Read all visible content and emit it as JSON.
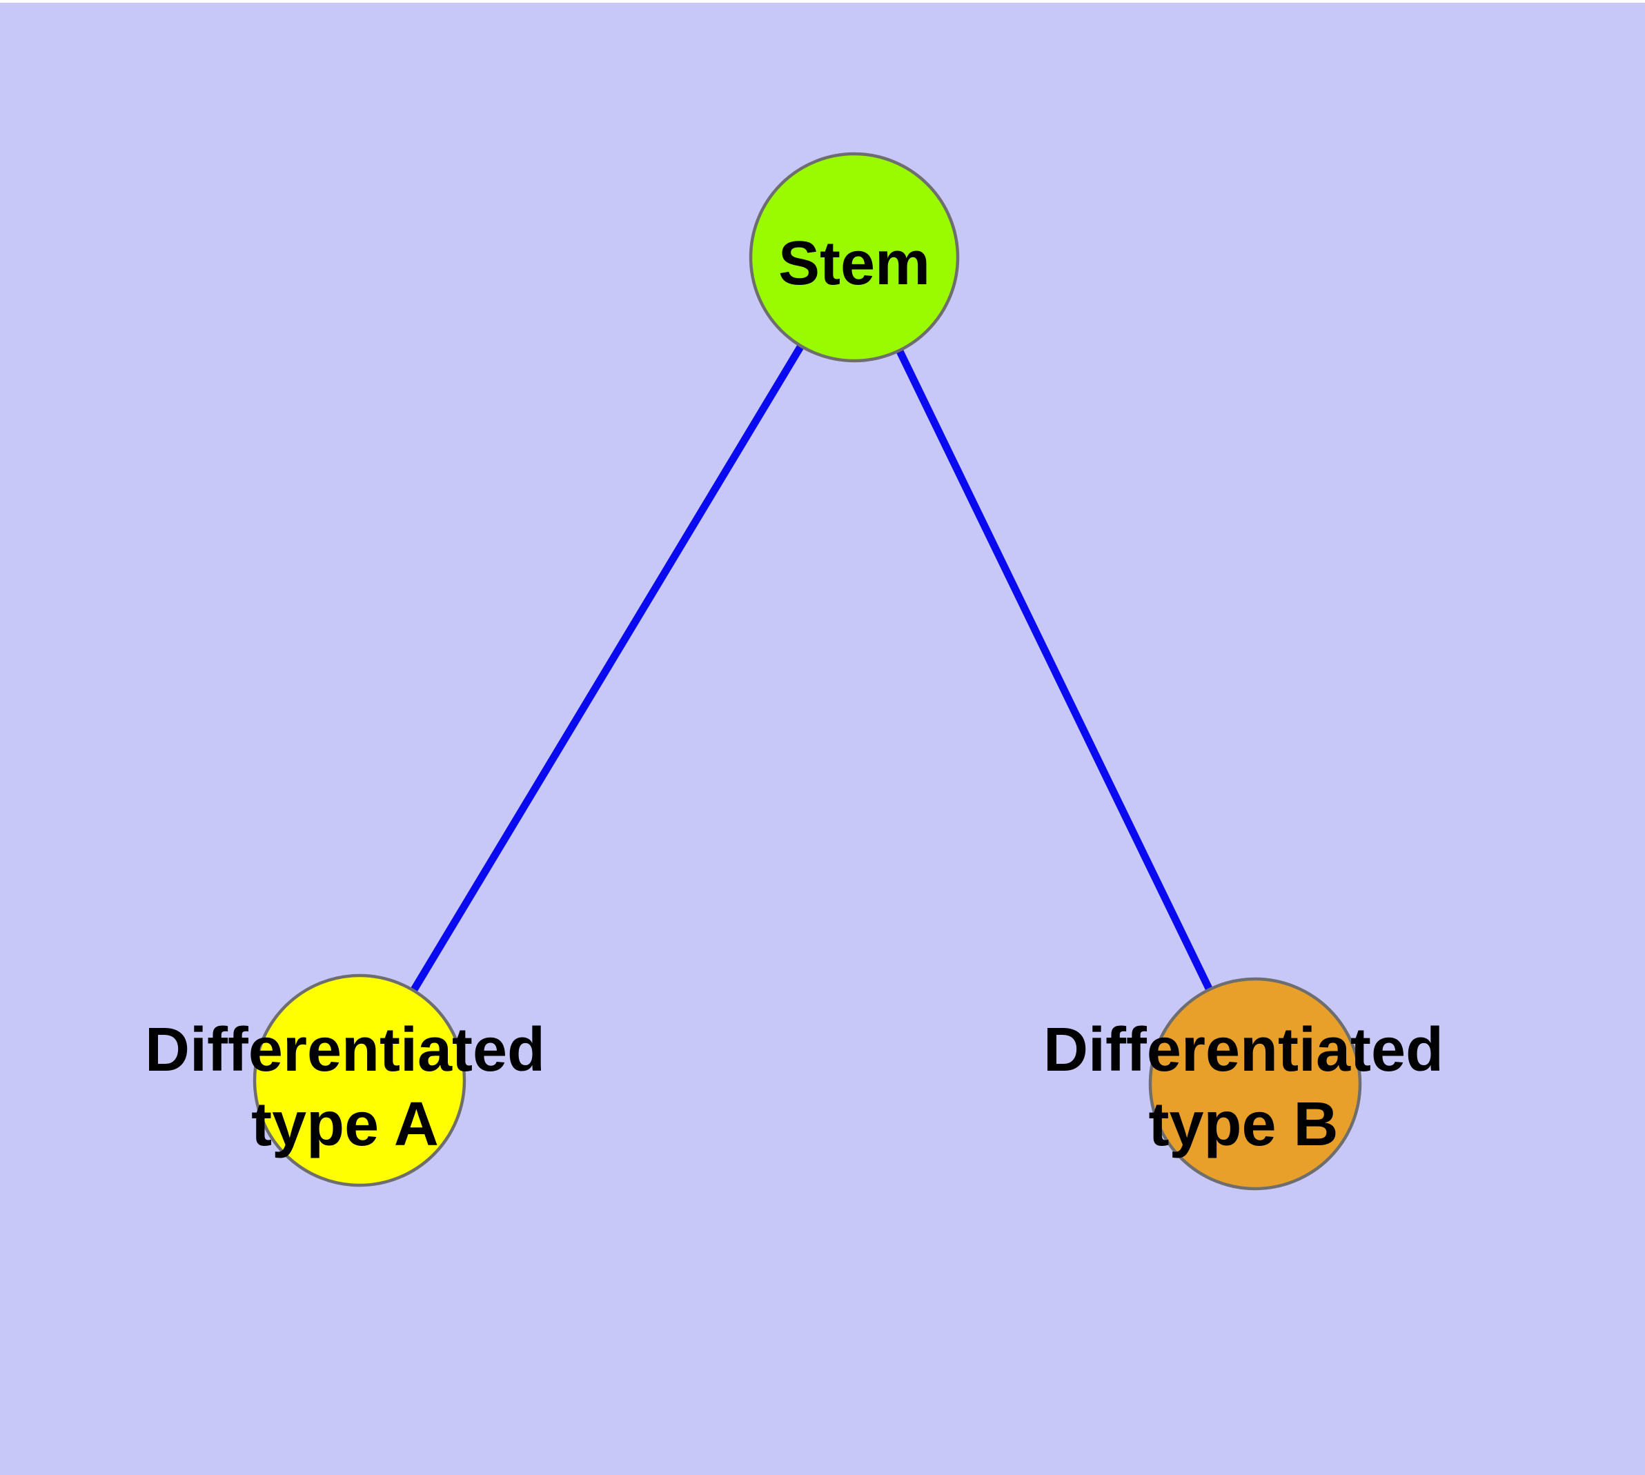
{
  "diagram": {
    "type": "graph",
    "description": "Stem cell differentiation tree: one stem node with two differentiated child nodes",
    "background_color": "#C8C8F8",
    "top_strip_color": "#FFFFFF",
    "edge_color": "#0A0AF0",
    "node_border_color": "#6E6E6E",
    "label_color": "#000000",
    "nodes": [
      {
        "id": "stem",
        "label": "Stem",
        "label_line1": "Stem",
        "label_line2": "",
        "fill": "#9AFA00"
      },
      {
        "id": "diff-a",
        "label": "Differentiated type A",
        "label_line1": "Differentiated",
        "label_line2": "type A",
        "fill": "#FFFF00"
      },
      {
        "id": "diff-b",
        "label": "Differentiated type B",
        "label_line1": "Differentiated",
        "label_line2": "type B",
        "fill": "#E9A02A"
      }
    ],
    "edges": [
      {
        "from": "Stem",
        "to": "Differentiated type A"
      },
      {
        "from": "Stem",
        "to": "Differentiated type B"
      }
    ]
  }
}
